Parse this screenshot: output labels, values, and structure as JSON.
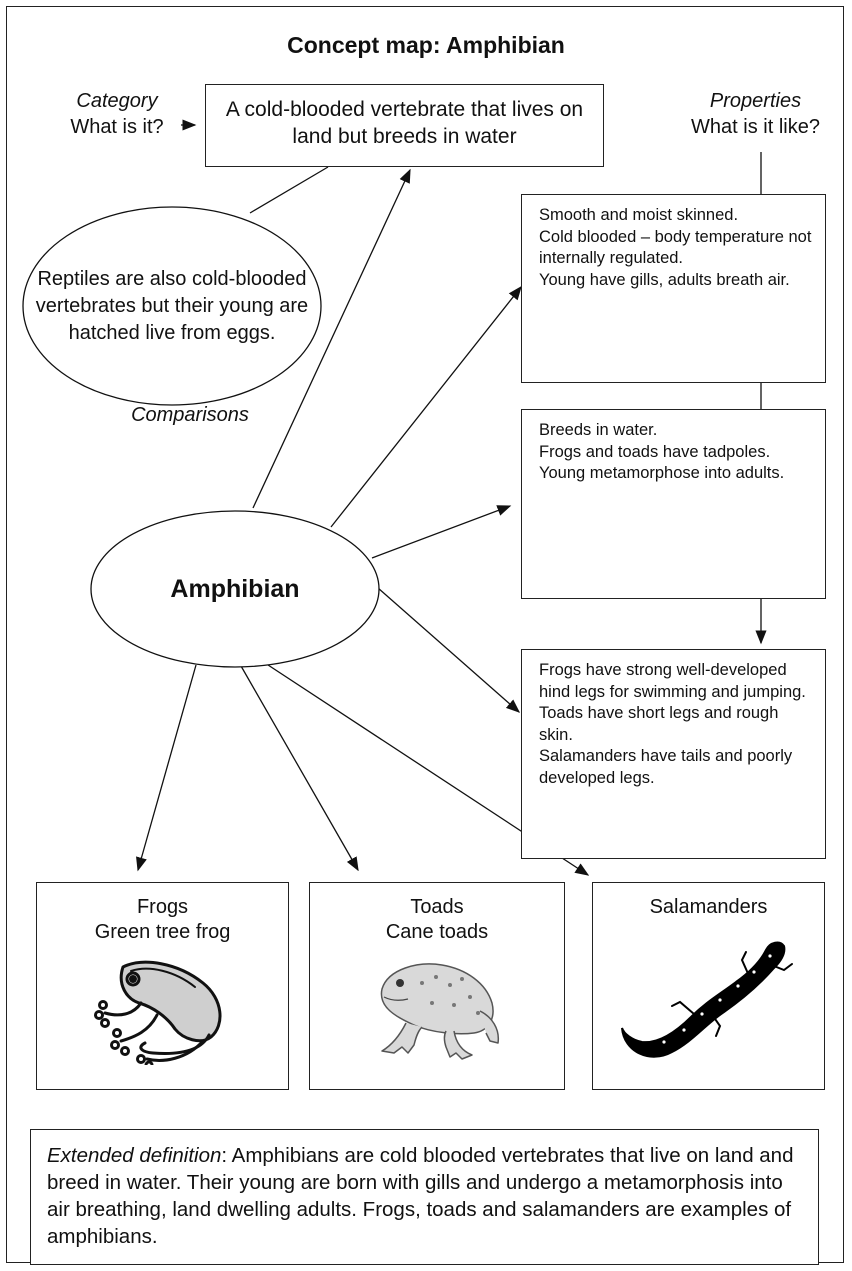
{
  "title": "Concept map: Amphibian",
  "category": {
    "label_italic": "Category",
    "label_question": "What is it?",
    "definition": "A cold-blooded vertebrate that lives on land but breeds in water"
  },
  "properties": {
    "label_italic": "Properties",
    "label_question": "What is it like?",
    "items": [
      "Smooth and moist skinned.\nCold blooded – body temperature not internally regulated.\nYoung have gills, adults breath air.",
      "Breeds in water.\nFrogs and toads have tadpoles.\nYoung metamorphose into adults.",
      "Frogs have strong well-developed hind legs for swimming and jumping.\nToads have short legs and rough skin.\nSalamanders have tails and poorly developed legs."
    ]
  },
  "comparison": {
    "text": "Reptiles are also cold-blooded vertebrates but their young are hatched live from eggs.",
    "label": "Comparisons"
  },
  "center": "Amphibian",
  "examples": [
    {
      "name": "Frogs",
      "detail": "Green tree frog",
      "icon": "frog-illustration"
    },
    {
      "name": "Toads",
      "detail": "Cane toads",
      "icon": "toad-illustration"
    },
    {
      "name": "Salamanders",
      "detail": "",
      "icon": "salamander-silhouette"
    }
  ],
  "extended_definition": {
    "label": "Extended definition",
    "text": ": Amphibians are cold blooded vertebrates that live on land and breed in water. Their young are born with gills and undergo a metamorphosis into air breathing, land dwelling adults. Frogs, toads and salamanders are examples of amphibians."
  }
}
